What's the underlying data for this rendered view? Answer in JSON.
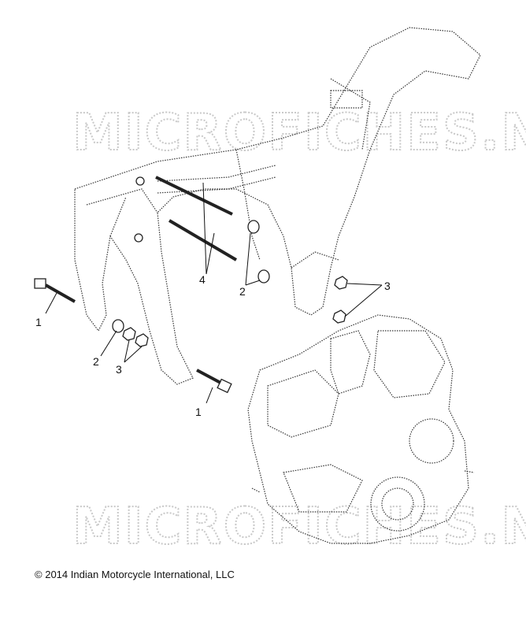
{
  "watermark": "MICROFICHES.NET",
  "copyright": {
    "symbol": "©",
    "text": "2014 Indian Motorcycle International, LLC"
  },
  "callouts": [
    "1",
    "1",
    "2",
    "2",
    "3",
    "3",
    "4"
  ]
}
